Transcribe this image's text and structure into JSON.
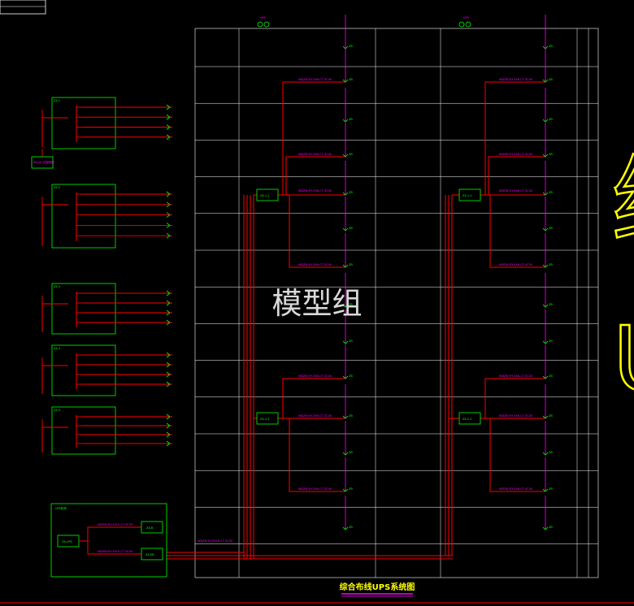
{
  "diagram": {
    "title": "综合布线UPS系统图",
    "watermark": "模型组",
    "big_side_text": "综",
    "big_side_text2": "U",
    "colors": {
      "background": "#000000",
      "wire": "#ff0000",
      "panel": "#00ff00",
      "label": "#ff00ff",
      "grid": "#ffffff",
      "title": "#ffff00",
      "side_text": "#ffff00"
    },
    "top_label_left": "UPS",
    "top_label_right": "UPS",
    "cable_label": "WDZN-YJY-3X6-CT SC40",
    "feeder_label": "WDZN-YJY-3X10-CT SC50",
    "main_label": "WDZN-YJY-5X16-CT SC50",
    "left_panels": [
      {
        "id": "ZX-1"
      },
      {
        "id": "ZX-2"
      },
      {
        "id": "ZX-3"
      },
      {
        "id": "ZX-4"
      },
      {
        "id": "ZX-5"
      }
    ],
    "left_side_box": "ZX-1E 应急照明",
    "ups_room_title": "UPS机房",
    "ups_box": "ZX-UPS",
    "ups_sub1": "ZX-B",
    "ups_sub2": "ZX-EB",
    "riser_boxes": [
      "ZX-1-1",
      "ZX-1-2",
      "ZX-2-1",
      "ZX-2-2"
    ],
    "floor_terminal": "ZB"
  }
}
